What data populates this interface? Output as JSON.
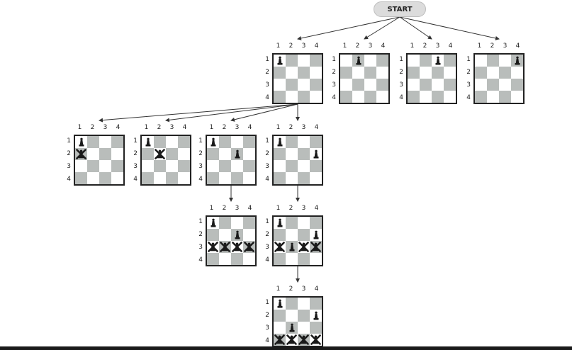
{
  "start_label": "START",
  "column_labels": [
    "1",
    "2",
    "3",
    "4"
  ],
  "row_labels": [
    "1",
    "2",
    "3",
    "4"
  ],
  "colors": {
    "dark_square": "#b9bdbb",
    "light_square": "#ffffff",
    "piece": "#1a1a1a",
    "edge": "#333333"
  },
  "boards": [
    {
      "id": "b1",
      "queens": [
        [
          1,
          1
        ]
      ],
      "blocked": []
    },
    {
      "id": "b2",
      "queens": [
        [
          1,
          2
        ]
      ],
      "blocked": []
    },
    {
      "id": "b3",
      "queens": [
        [
          1,
          3
        ]
      ],
      "blocked": []
    },
    {
      "id": "b4",
      "queens": [
        [
          1,
          4
        ]
      ],
      "blocked": []
    },
    {
      "id": "b5",
      "queens": [
        [
          1,
          1
        ]
      ],
      "blocked": [
        [
          2,
          1
        ]
      ]
    },
    {
      "id": "b6",
      "queens": [
        [
          1,
          1
        ]
      ],
      "blocked": [
        [
          2,
          2
        ]
      ]
    },
    {
      "id": "b7",
      "queens": [
        [
          1,
          1
        ],
        [
          2,
          3
        ]
      ],
      "blocked": []
    },
    {
      "id": "b8",
      "queens": [
        [
          1,
          1
        ],
        [
          2,
          4
        ]
      ],
      "blocked": []
    },
    {
      "id": "b9",
      "queens": [
        [
          1,
          1
        ],
        [
          2,
          3
        ]
      ],
      "blocked": [
        [
          3,
          1
        ],
        [
          3,
          2
        ],
        [
          3,
          3
        ],
        [
          3,
          4
        ]
      ]
    },
    {
      "id": "b10",
      "queens": [
        [
          1,
          1
        ],
        [
          2,
          4
        ],
        [
          3,
          2
        ]
      ],
      "blocked": [
        [
          3,
          1
        ],
        [
          3,
          3
        ],
        [
          3,
          4
        ]
      ]
    },
    {
      "id": "b11",
      "queens": [
        [
          1,
          1
        ],
        [
          2,
          4
        ],
        [
          3,
          2
        ]
      ],
      "blocked": [
        [
          4,
          1
        ],
        [
          4,
          2
        ],
        [
          4,
          3
        ],
        [
          4,
          4
        ]
      ]
    }
  ],
  "edges": [
    [
      "start",
      "b1"
    ],
    [
      "start",
      "b2"
    ],
    [
      "start",
      "b3"
    ],
    [
      "start",
      "b4"
    ],
    [
      "b1",
      "b5"
    ],
    [
      "b1",
      "b6"
    ],
    [
      "b1",
      "b7"
    ],
    [
      "b1",
      "b8"
    ],
    [
      "b7",
      "b9"
    ],
    [
      "b8",
      "b10"
    ],
    [
      "b10",
      "b11"
    ]
  ]
}
